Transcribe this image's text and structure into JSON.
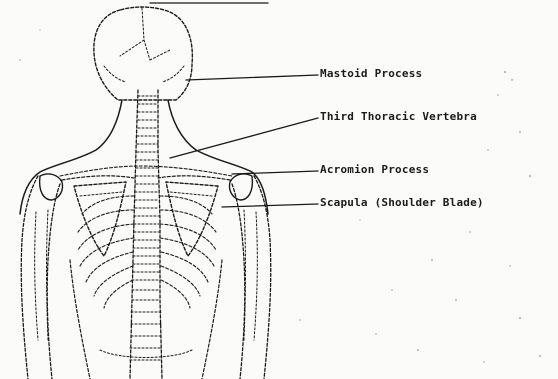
{
  "diagram": {
    "labels": {
      "mastoid_process": "Mastoid Process",
      "third_thoracic_vertebra": "Third Thoracic Vertebra",
      "acromion_process": "Acromion Process",
      "scapula": "Scapula (Shoulder Blade)"
    },
    "ink_color": "#1a1a1a",
    "paper_color": "#fbfbf9"
  }
}
